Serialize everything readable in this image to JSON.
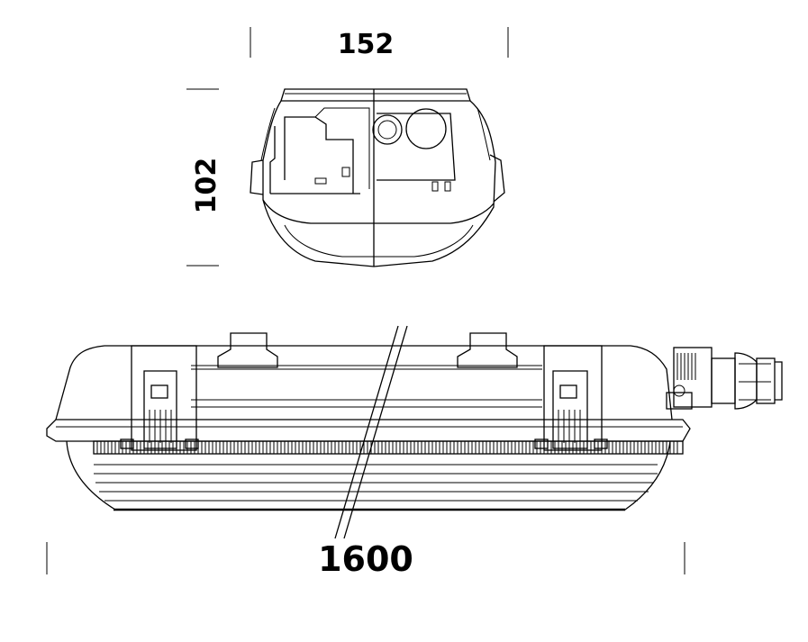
{
  "dimensions": {
    "width_top": "152",
    "height_side": "102",
    "length_bottom": "1600"
  },
  "colors": {
    "line": "#000000",
    "background": "#ffffff"
  }
}
